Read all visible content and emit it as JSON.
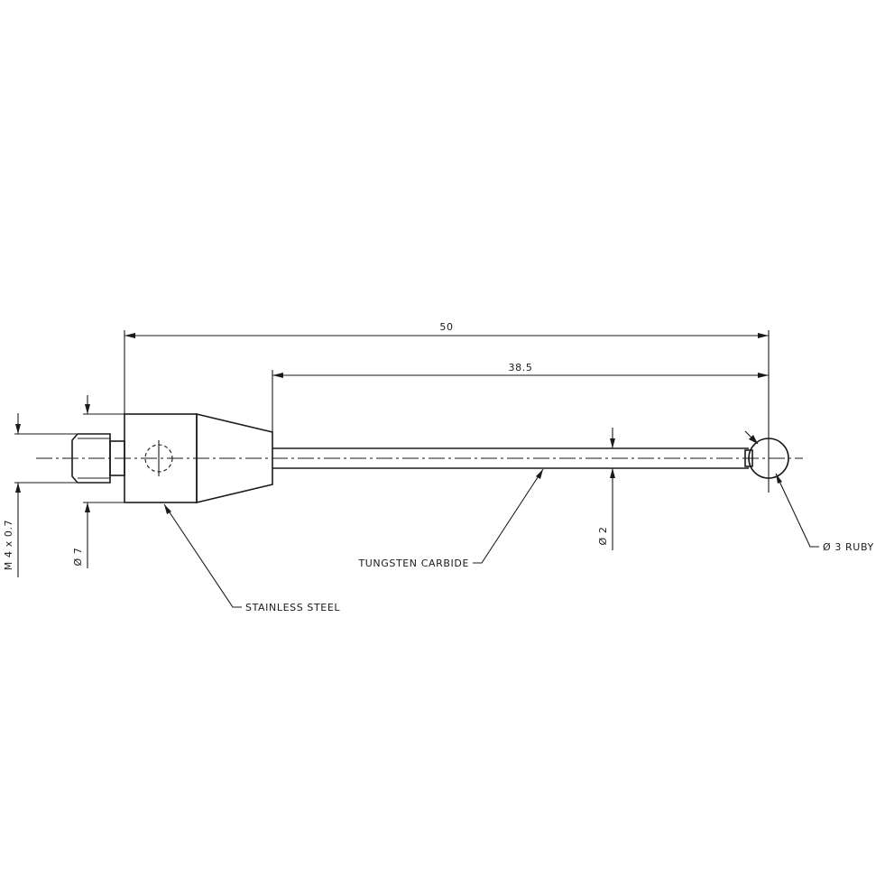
{
  "dimensions": {
    "overall_length": "50",
    "stem_length": "38.5",
    "stem_diameter": "Ø 2",
    "body_diameter": "Ø 7",
    "thread": "M 4 x 0.7"
  },
  "materials": {
    "body": "STAINLESS STEEL",
    "stem": "TUNGSTEN CARBIDE",
    "ball": "Ø 3 RUBY"
  }
}
